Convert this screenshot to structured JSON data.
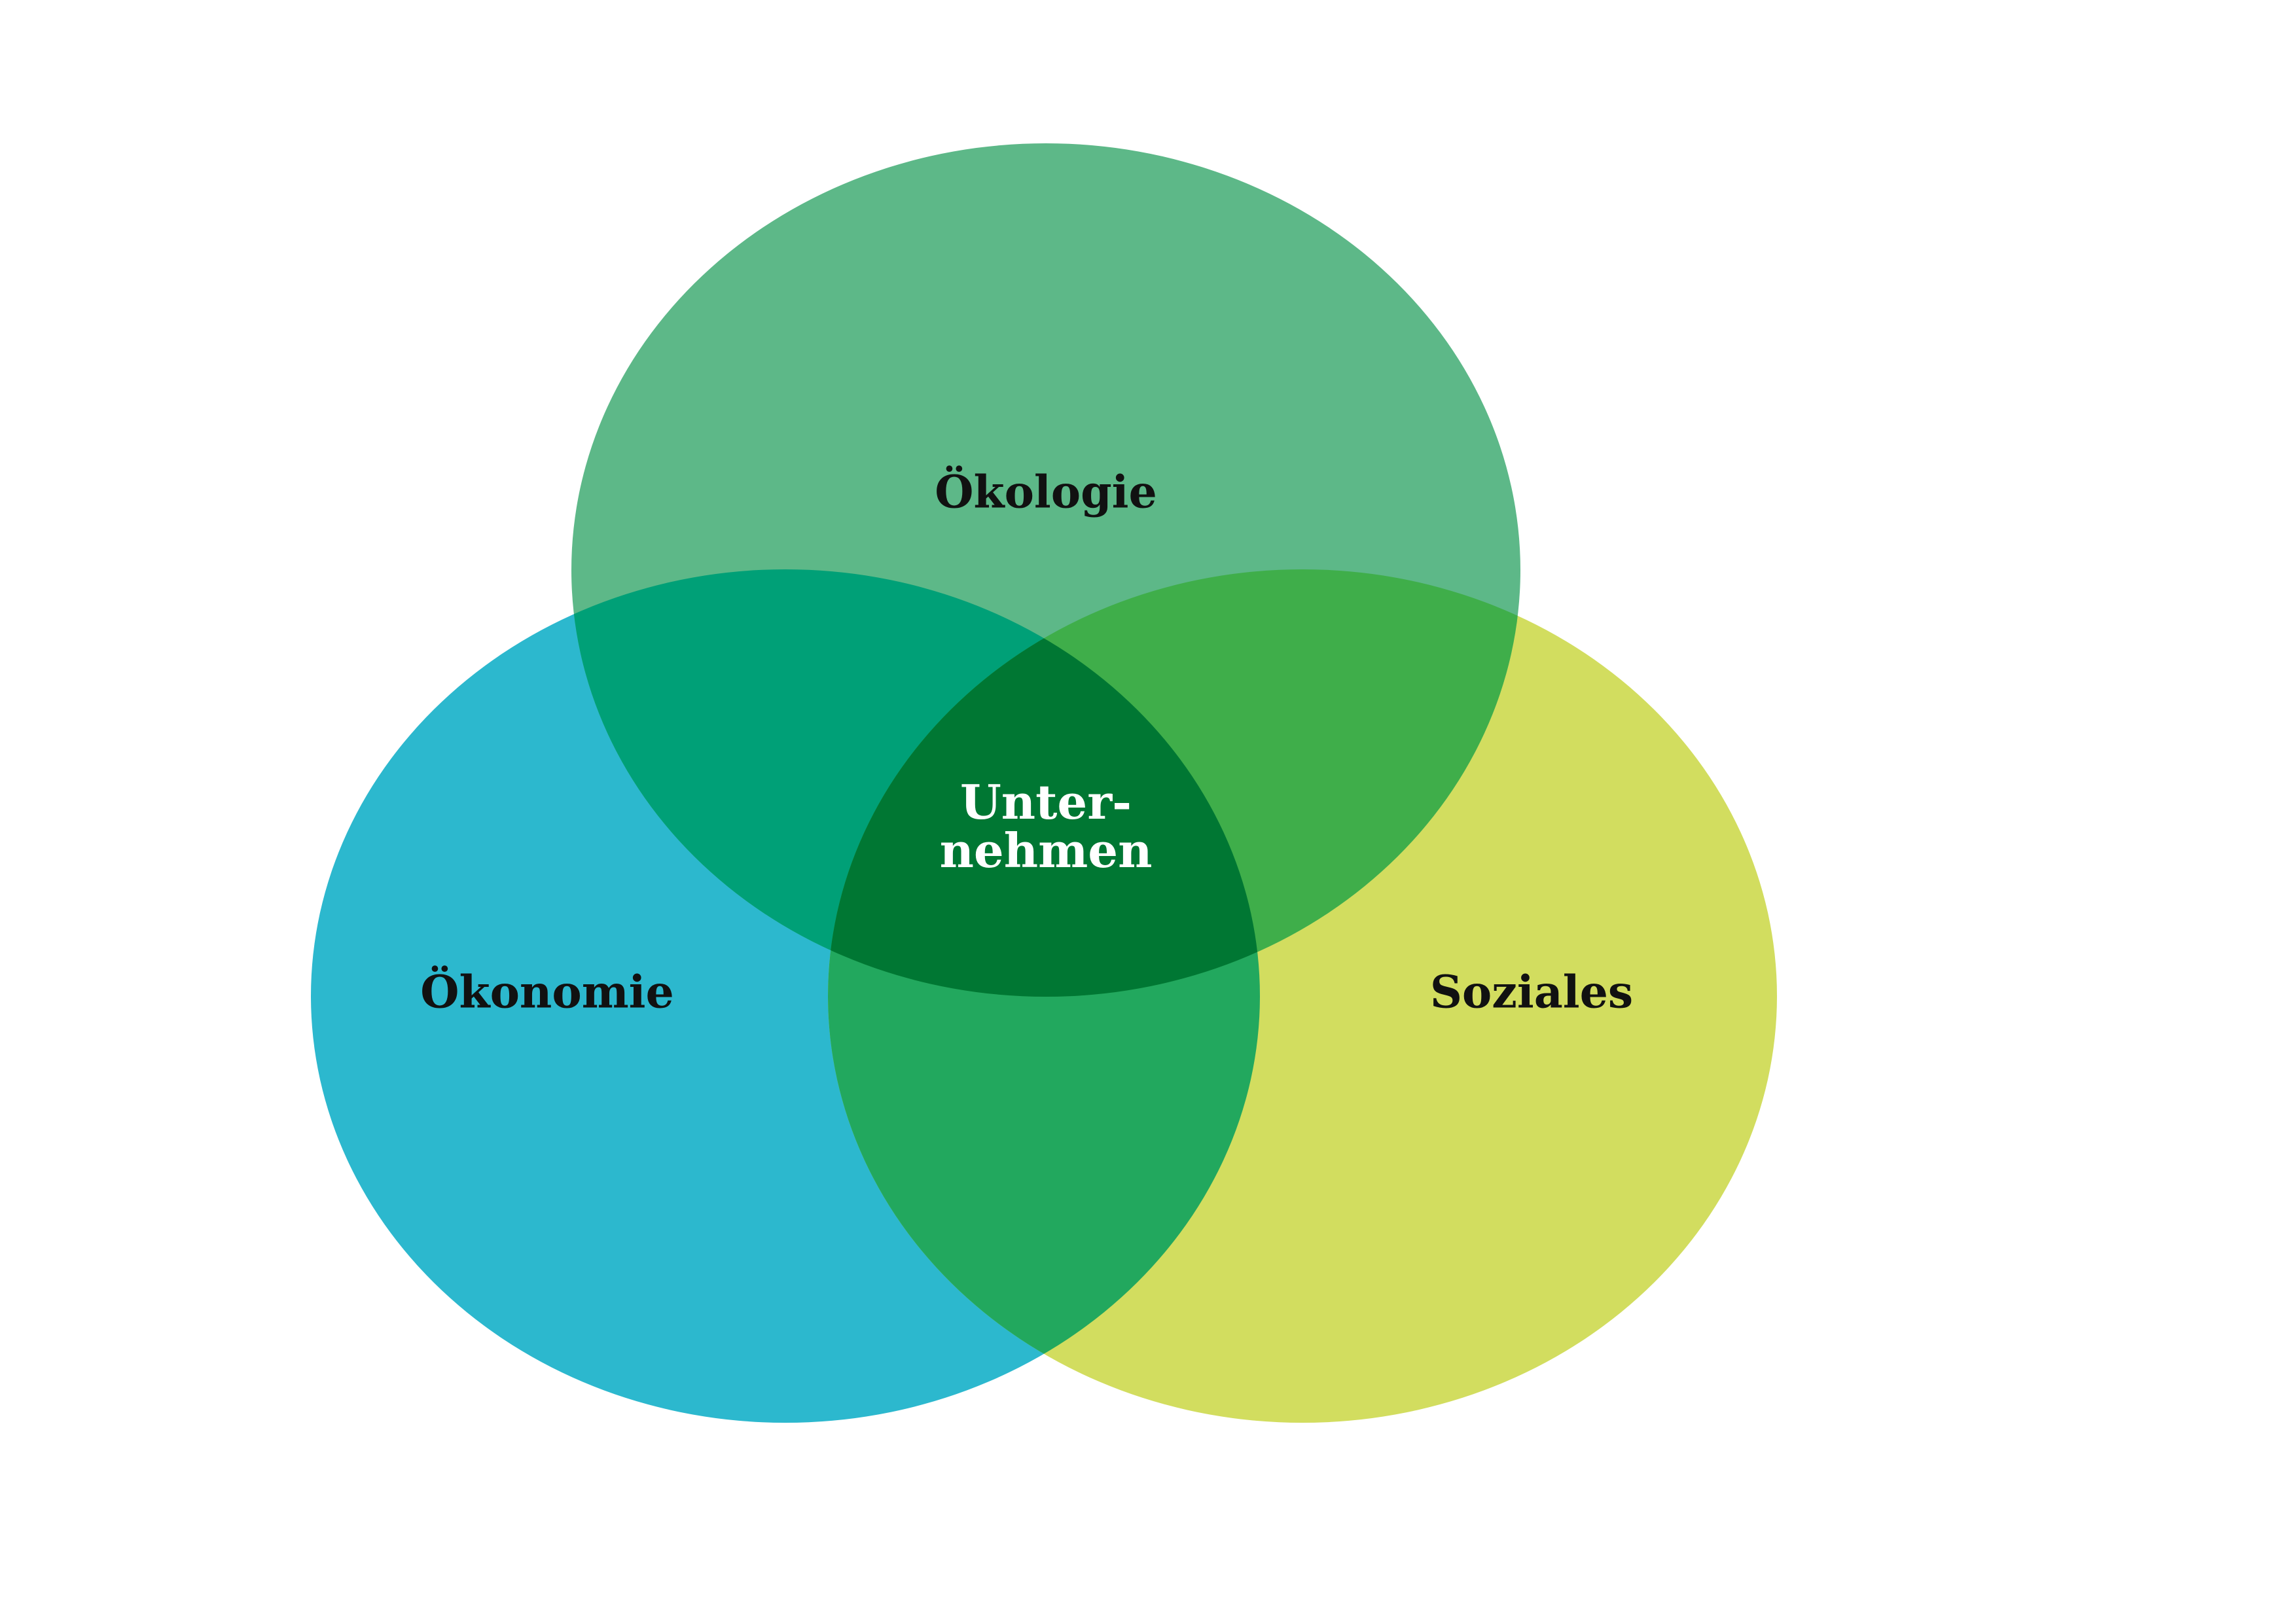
{
  "diagram": {
    "type": "venn",
    "circles": [
      {
        "id": "oekologie",
        "label": "Ökologie",
        "color": "#5db888"
      },
      {
        "id": "oekonomie",
        "label": "Ökonomie",
        "color": "#2cb8ce"
      },
      {
        "id": "soziales",
        "label": "Soziales",
        "color": "#d2dd5f"
      }
    ],
    "overlaps": {
      "oekologie_oekonomie": {
        "color": "#00a077"
      },
      "oekologie_soziales": {
        "color": "#3fae4a"
      },
      "oekonomie_soziales": {
        "color": "#22a85e"
      },
      "all_three": {
        "color": "#007733",
        "label_line1": "Unter-",
        "label_line2": "nehmen"
      }
    }
  }
}
